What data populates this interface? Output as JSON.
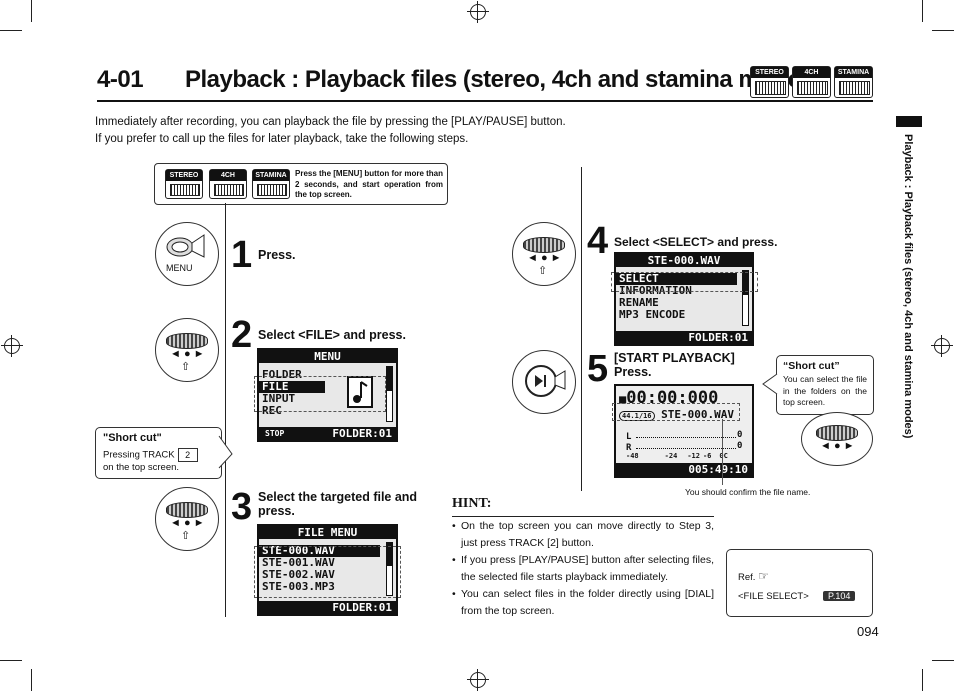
{
  "title": {
    "number": "4-01",
    "text": "Playback : Playback files (stereo, 4ch and stamina modes)"
  },
  "mode_badges": [
    "STEREO",
    "4CH",
    "STAMINA"
  ],
  "intro": [
    "Immediately after recording, you can playback the file by pressing the [PLAY/PAUSE] button.",
    "If you prefer to call up the files for later playback, take the following steps."
  ],
  "top_note": "Press the [MENU] button for more than 2 seconds, and start operation from the top screen.",
  "menu_button_label": "MENU",
  "steps": [
    {
      "num": "1",
      "text": "Press."
    },
    {
      "num": "2",
      "text": "Select <FILE> and press."
    },
    {
      "num": "3",
      "text": "Select the targeted file and press."
    },
    {
      "num": "4",
      "text": "Select <SELECT> and press."
    },
    {
      "num": "5",
      "text": "[START PLAYBACK] Press."
    }
  ],
  "screen_menu": {
    "header": "MENU",
    "items": [
      "FOLDER",
      "FILE",
      "INPUT",
      "REC"
    ],
    "selected": "FILE",
    "footer_left": "STOP",
    "footer_right": "FOLDER:01"
  },
  "screen_file_menu": {
    "header": "FILE MENU",
    "items": [
      "STE-000.WAV",
      "STE-001.WAV",
      "STE-002.WAV",
      "STE-003.MP3"
    ],
    "selected": "STE-000.WAV",
    "footer": "FOLDER:01"
  },
  "screen_select": {
    "header": "STE-000.WAV",
    "items": [
      "SELECT",
      "INFORMATION",
      "RENAME",
      "MP3 ENCODE"
    ],
    "selected": "SELECT",
    "footer": "FOLDER:01"
  },
  "screen_play": {
    "time": "00:00:000",
    "format": "44.1/16",
    "file": "STE-000.WAV",
    "meter_l": "L",
    "meter_r": "R",
    "scale": [
      "-48",
      "-24",
      "-12",
      "-6",
      "0",
      "0C"
    ],
    "counter": "005:49:10"
  },
  "shortcut_left": {
    "title": "\"Short cut\"",
    "text_before": "Pressing TRACK",
    "key": "2",
    "text_after": "on the top screen."
  },
  "shortcut_right": {
    "title": "“Short cut”",
    "text": "You can select the file in the folders on the top screen."
  },
  "confirm_note": "You should confirm the file name.",
  "hint": {
    "title": "HINT:",
    "items": [
      "On the top screen you can move directly to Step 3, just press TRACK [2] button.",
      "If you press [PLAY/PAUSE] button after selecting files, the selected file starts playback immediately.",
      "You can select files in the folder directly using [DIAL] from the top screen."
    ]
  },
  "ref": {
    "label": "Ref.",
    "item": "<FILE SELECT>",
    "page": "P.104"
  },
  "side_tab": "Playback : Playback files (stereo, 4ch and stamina modes)",
  "page_number": "094"
}
